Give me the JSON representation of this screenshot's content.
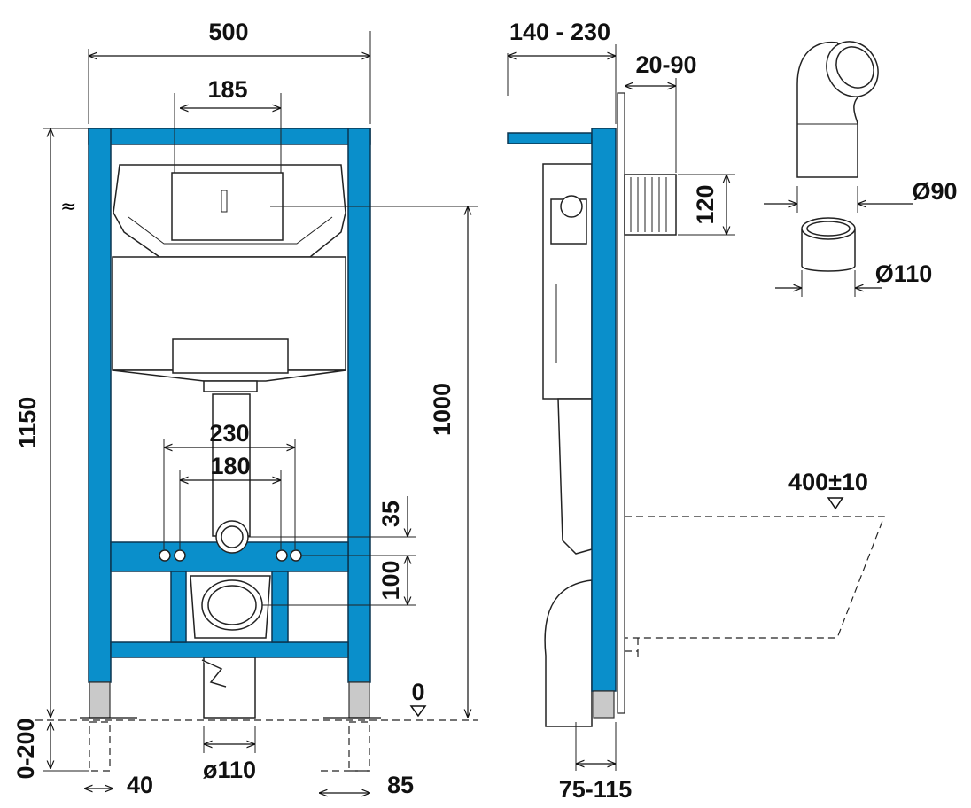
{
  "front_view": {
    "width": "500",
    "plate_width": "185",
    "total_height": "1150",
    "inlet_height": "1000",
    "outer_bolt_spacing": "230",
    "inner_bolt_spacing": "180",
    "drain_offset_top": "35",
    "drain_offset": "100",
    "floor_level": "0",
    "foot_adjust": "0-200",
    "foot_offset_left": "40",
    "drain_diameter": "ø110",
    "foot_offset_right": "85"
  },
  "side_view": {
    "wall_depth": "140 - 230",
    "wall_finish": "20-90",
    "connector_height": "120",
    "seat_height": "400±10",
    "drain_depth": "75-115"
  },
  "pipes": {
    "bend_diameter": "Ø90",
    "coupling_diameter": "Ø110"
  },
  "colors": {
    "frame": "#0a8fcb"
  }
}
